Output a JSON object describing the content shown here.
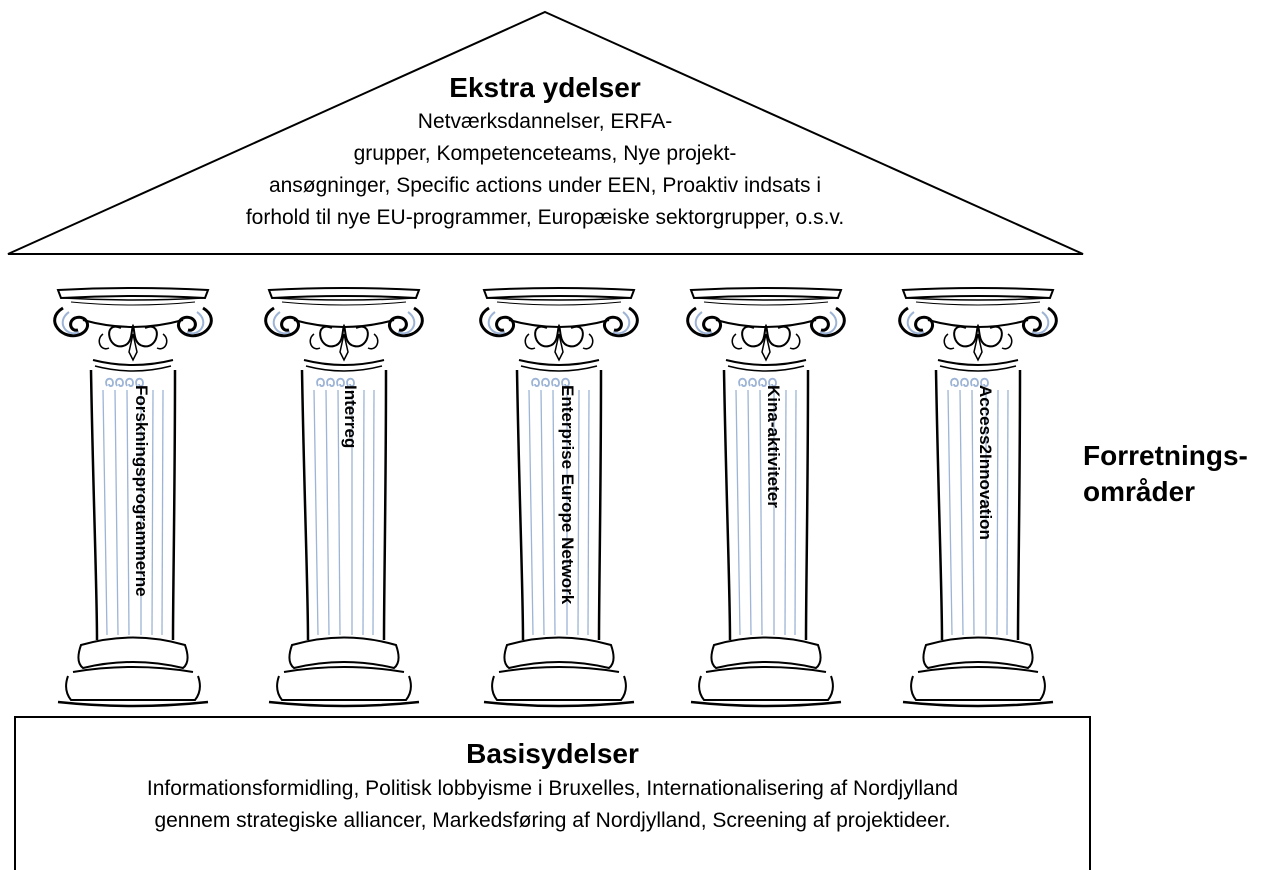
{
  "roof": {
    "title": "Ekstra ydelser",
    "lines": [
      "Netværksdannelser, ERFA-",
      "grupper, Kompetenceteams, Nye projekt-",
      "ansøgninger, Specific actions under EEN, Proaktiv indsats i",
      "forhold til nye EU-programmer, Europæiske sektorgrupper, o.s.v."
    ]
  },
  "pillars": [
    {
      "label": "Forskningsprogrammerne"
    },
    {
      "label": "Interreg"
    },
    {
      "label": "Enterprise Europe Network"
    },
    {
      "label": "Kina-aktiviteter"
    },
    {
      "label": "Access2Innovation"
    }
  ],
  "side_label": {
    "line1": "Forretnings-",
    "line2": "områder"
  },
  "base": {
    "title": "Basisydelser",
    "lines": [
      "Informationsformidling, Politisk lobbyisme i Bruxelles, Internationalisering af Nordjylland",
      "gennem strategiske alliancer, Markedsføring af Nordjylland, Screening af projektideer."
    ]
  },
  "colors": {
    "ink": "#000000",
    "flute": "#9db4d6",
    "flute_light": "#c8d6ea"
  }
}
